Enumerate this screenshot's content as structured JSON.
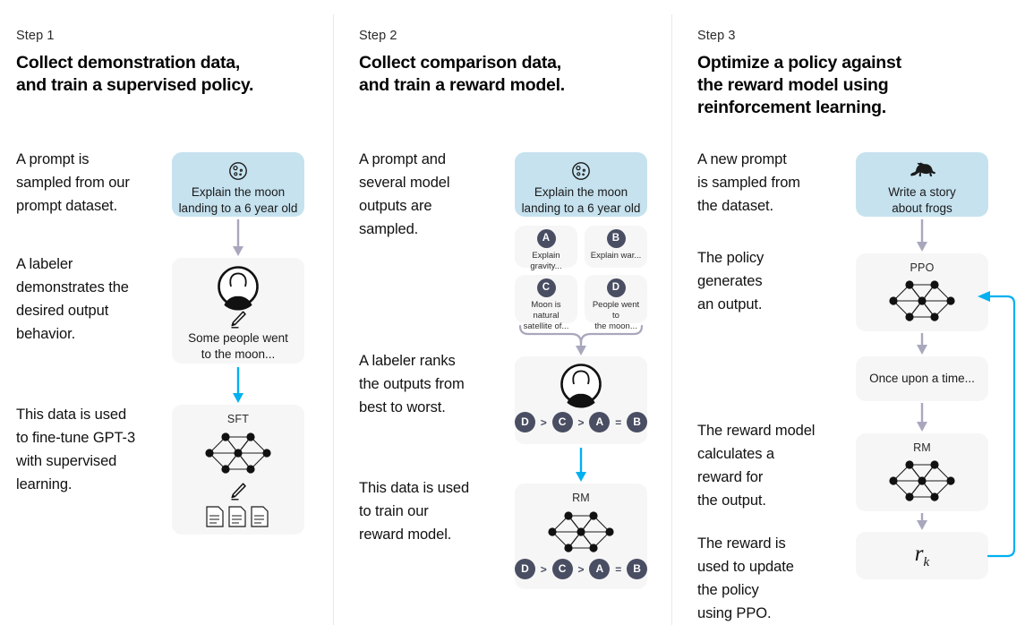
{
  "colors": {
    "prompt_box": "#c6e2ef",
    "card_box": "#f6f6f6",
    "gray_arrow": "#a9a7bd",
    "blue_arrow": "#00b0f0",
    "badge": "#4a4e63",
    "divider": "#e9e9ec"
  },
  "columns": [
    {
      "step_label": "Step 1",
      "title": "Collect demonstration data,\nand train a supervised policy.",
      "captions": [
        "A prompt is\nsampled from our\nprompt dataset.",
        "A labeler\ndemonstrates the\ndesired output\nbehavior.",
        "This data is used\nto fine-tune GPT-3\nwith supervised\nlearning."
      ],
      "boxes": {
        "prompt": {
          "icon": "moon-icon",
          "text": "Explain the moon\nlanding to a 6 year old"
        },
        "labeler": {
          "icon": "person-icon",
          "sub_icon": "pencil-icon",
          "text": "Some people went\nto the moon..."
        },
        "model": {
          "title": "SFT",
          "icon": "neural-network-icon",
          "sub_icon": "pencil-icon",
          "docs_icon": "documents-icon"
        }
      }
    },
    {
      "step_label": "Step 2",
      "title": "Collect comparison data,\nand train a reward model.",
      "captions": [
        "A prompt and\nseveral model\noutputs are\nsampled.",
        "A labeler ranks\nthe outputs from\nbest to worst.",
        "This data is used\nto train our\nreward model."
      ],
      "boxes": {
        "prompt": {
          "icon": "moon-icon",
          "text": "Explain the moon\nlanding to a 6 year old"
        },
        "outputs": [
          {
            "badge": "A",
            "text": "Explain gravity..."
          },
          {
            "badge": "B",
            "text": "Explain war..."
          },
          {
            "badge": "C",
            "text": "Moon is natural\nsatellite of..."
          },
          {
            "badge": "D",
            "text": "People went to\nthe moon..."
          }
        ],
        "labeler": {
          "icon": "person-icon",
          "ranking": [
            "D",
            ">",
            "C",
            ">",
            "A",
            "=",
            "B"
          ]
        },
        "model": {
          "title": "RM",
          "icon": "neural-network-icon",
          "ranking": [
            "D",
            ">",
            "C",
            ">",
            "A",
            "=",
            "B"
          ]
        }
      }
    },
    {
      "step_label": "Step 3",
      "title": "Optimize a policy against\nthe reward model using\nreinforcement learning.",
      "captions": [
        "A new prompt\nis sampled from\nthe dataset.",
        "The policy\ngenerates\nan output.",
        "The reward model\ncalculates a\nreward for\nthe output.",
        "The reward is\nused to update\nthe policy\nusing PPO."
      ],
      "boxes": {
        "prompt": {
          "icon": "frog-icon",
          "text": "Write a story\nabout frogs"
        },
        "policy": {
          "title": "PPO",
          "icon": "neural-network-icon"
        },
        "output": {
          "text": "Once upon a time..."
        },
        "reward_model": {
          "title": "RM",
          "icon": "neural-network-icon"
        },
        "reward": {
          "symbol": "r",
          "subscript": "k"
        }
      }
    }
  ]
}
